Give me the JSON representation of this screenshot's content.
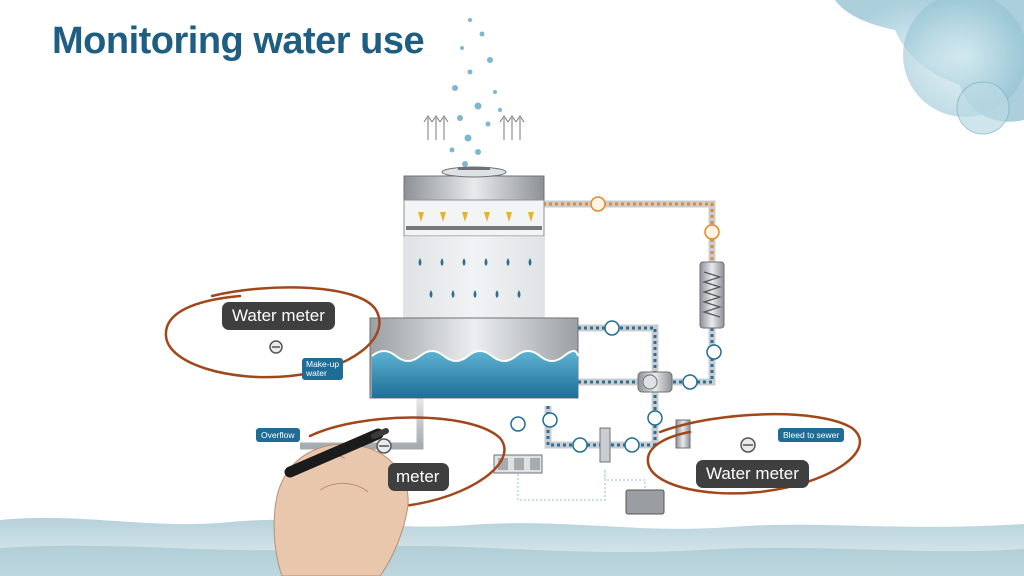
{
  "title": "Monitoring water use",
  "callouts": {
    "meter_left": "Water meter",
    "meter_bottom_visible": "meter",
    "meter_right": "Water meter"
  },
  "tags": {
    "makeup_line1": "Make-up",
    "makeup_line2": "water",
    "overflow": "Overflow",
    "bleed": "Bleed to sewer"
  },
  "colors": {
    "title": "#1d5e82",
    "callout_bg": "#3f3f3f",
    "tag_bg": "#1f6d96",
    "annotation_ink": "#a0471c",
    "water": "#2a86ad",
    "hot_pipe": "#e08a2a"
  },
  "icons": [
    "water-meter-icon",
    "pump-icon",
    "heat-exchanger-icon",
    "fan-icon",
    "valve-icon",
    "flow-arrow-icon",
    "marker-pen-icon",
    "hand-icon"
  ]
}
